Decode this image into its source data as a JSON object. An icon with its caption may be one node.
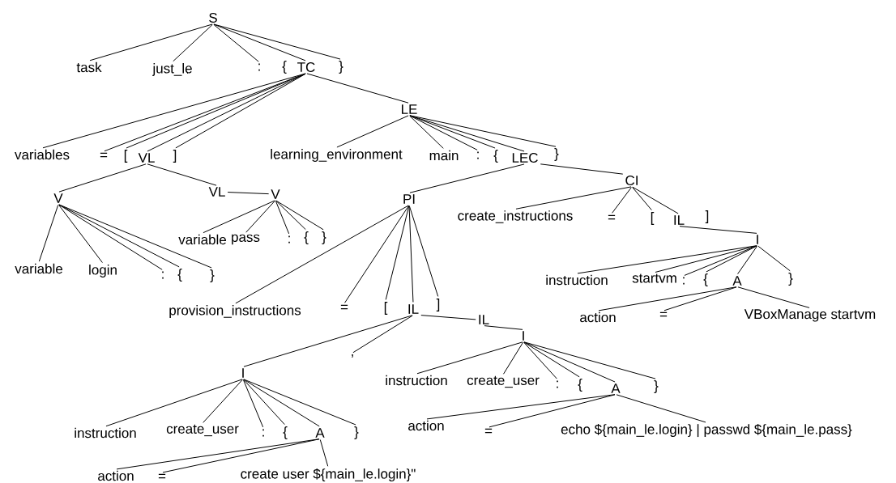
{
  "diagram": {
    "nodes": [
      {
        "text": [
          "S"
        ]
      },
      {
        "text": [
          "task"
        ]
      },
      {
        "text": [
          "just_le"
        ]
      },
      {
        "text": [
          ":"
        ]
      },
      {
        "text": [
          "{"
        ]
      },
      {
        "text": [
          "TC"
        ]
      },
      {
        "text": [
          "}"
        ]
      },
      {
        "text": [
          "LE"
        ]
      },
      {
        "text": [
          "variables"
        ]
      },
      {
        "text": [
          "="
        ]
      },
      {
        "text": [
          "["
        ]
      },
      {
        "text": [
          "VL"
        ]
      },
      {
        "text": [
          "]"
        ]
      },
      {
        "text": [
          "learning_environment"
        ]
      },
      {
        "text": [
          "main"
        ]
      },
      {
        "text": [
          ":"
        ]
      },
      {
        "text": [
          "{"
        ]
      },
      {
        "text": [
          "LEC"
        ]
      },
      {
        "text": [
          "}"
        ]
      },
      {
        "text": [
          "CI"
        ]
      },
      {
        "text": [
          "PI"
        ]
      },
      {
        "text": [
          "V"
        ]
      },
      {
        "text": [
          "VL"
        ]
      },
      {
        "text": [
          "V"
        ]
      },
      {
        "text": [
          "create_instructions"
        ]
      },
      {
        "text": [
          "="
        ]
      },
      {
        "text": [
          "["
        ]
      },
      {
        "text": [
          "IL"
        ]
      },
      {
        "text": [
          "]"
        ]
      },
      {
        "text": [
          "I"
        ]
      },
      {
        "text": [
          "variable"
        ]
      },
      {
        "text": [
          "pass"
        ]
      },
      {
        "text": [
          ":"
        ]
      },
      {
        "text": [
          "{"
        ]
      },
      {
        "text": [
          "}"
        ]
      },
      {
        "text": [
          "variable"
        ]
      },
      {
        "text": [
          "login"
        ]
      },
      {
        "text": [
          ":"
        ]
      },
      {
        "text": [
          "{"
        ]
      },
      {
        "text": [
          "}"
        ]
      },
      {
        "text": [
          "instruction"
        ]
      },
      {
        "text": [
          "startvm"
        ]
      },
      {
        "text": [
          ":"
        ]
      },
      {
        "text": [
          "{"
        ]
      },
      {
        "text": [
          "A"
        ]
      },
      {
        "text": [
          "}"
        ]
      },
      {
        "text": [
          "provision_instructions"
        ]
      },
      {
        "text": [
          "="
        ]
      },
      {
        "text": [
          "["
        ]
      },
      {
        "text": [
          "IL"
        ]
      },
      {
        "text": [
          "]"
        ]
      },
      {
        "text": [
          "action"
        ]
      },
      {
        "text": [
          "="
        ]
      },
      {
        "text": [
          "VBoxManage startvm"
        ]
      },
      {
        "text": [
          "IL"
        ]
      },
      {
        "text": [
          "I"
        ]
      },
      {
        "text": [
          ","
        ]
      },
      {
        "text": [
          "I"
        ]
      },
      {
        "text": [
          "instruction"
        ]
      },
      {
        "text": [
          "create_user"
        ]
      },
      {
        "text": [
          ":"
        ]
      },
      {
        "text": [
          "{"
        ]
      },
      {
        "text": [
          "A"
        ]
      },
      {
        "text": [
          "}"
        ]
      },
      {
        "text": [
          "action"
        ]
      },
      {
        "text": [
          "="
        ]
      },
      {
        "text": [
          "echo ${main_le.login} | passwd ${main_le.pass}"
        ]
      },
      {
        "text": [
          "instruction"
        ]
      },
      {
        "text": [
          "create_user"
        ]
      },
      {
        "text": [
          ":"
        ]
      },
      {
        "text": [
          "{"
        ]
      },
      {
        "text": [
          "A"
        ]
      },
      {
        "text": [
          "}"
        ]
      },
      {
        "text": [
          "action"
        ]
      },
      {
        "text": [
          "="
        ]
      },
      {
        "text": [
          "create user ${main_le.login}\""
        ]
      }
    ],
    "edges": [
      {
        "from": 0,
        "to": 1,
        "arrow": "none"
      },
      {
        "from": 0,
        "to": 2,
        "arrow": "none"
      },
      {
        "from": 0,
        "to": 3,
        "arrow": "none"
      },
      {
        "from": 0,
        "to": 5,
        "arrow": "none"
      },
      {
        "from": 0,
        "to": 6,
        "arrow": "none"
      },
      {
        "from": 5,
        "to": 8,
        "arrow": "none"
      },
      {
        "from": 5,
        "to": 9,
        "arrow": "none"
      },
      {
        "from": 5,
        "to": 10,
        "arrow": "none"
      },
      {
        "from": 5,
        "to": 11,
        "arrow": "none"
      },
      {
        "from": 5,
        "to": 12,
        "arrow": "none"
      },
      {
        "from": 5,
        "to": 7,
        "arrow": "none"
      },
      {
        "from": 7,
        "to": 13,
        "arrow": "none"
      },
      {
        "from": 7,
        "to": 14,
        "arrow": "none"
      },
      {
        "from": 7,
        "to": 15,
        "arrow": "none"
      },
      {
        "from": 7,
        "to": 16,
        "arrow": "none"
      },
      {
        "from": 7,
        "to": 17,
        "arrow": "none"
      },
      {
        "from": 7,
        "to": 18,
        "arrow": "none"
      },
      {
        "from": 17,
        "to": 20,
        "arrow": "none"
      },
      {
        "from": 17,
        "to": 19,
        "arrow": "none"
      },
      {
        "from": 11,
        "to": 21,
        "arrow": "none"
      },
      {
        "from": 11,
        "to": 22,
        "arrow": "none"
      },
      {
        "from": 22,
        "to": 23,
        "arrow": "none"
      },
      {
        "from": 23,
        "to": 30,
        "arrow": "none"
      },
      {
        "from": 23,
        "to": 31,
        "arrow": "none"
      },
      {
        "from": 23,
        "to": 32,
        "arrow": "none"
      },
      {
        "from": 23,
        "to": 33,
        "arrow": "none"
      },
      {
        "from": 23,
        "to": 34,
        "arrow": "none"
      },
      {
        "from": 21,
        "to": 35,
        "arrow": "none"
      },
      {
        "from": 21,
        "to": 36,
        "arrow": "none"
      },
      {
        "from": 21,
        "to": 37,
        "arrow": "none"
      },
      {
        "from": 21,
        "to": 38,
        "arrow": "none"
      },
      {
        "from": 21,
        "to": 39,
        "arrow": "none"
      },
      {
        "from": 20,
        "to": 46,
        "arrow": "none"
      },
      {
        "from": 20,
        "to": 47,
        "arrow": "none"
      },
      {
        "from": 20,
        "to": 48,
        "arrow": "none"
      },
      {
        "from": 20,
        "to": 49,
        "arrow": "none"
      },
      {
        "from": 20,
        "to": 50,
        "arrow": "none"
      },
      {
        "from": 19,
        "to": 24,
        "arrow": "none"
      },
      {
        "from": 19,
        "to": 25,
        "arrow": "none"
      },
      {
        "from": 19,
        "to": 26,
        "arrow": "none"
      },
      {
        "from": 19,
        "to": 27,
        "arrow": "none"
      },
      {
        "from": 27,
        "to": 29,
        "arrow": "none"
      },
      {
        "from": 29,
        "to": 40,
        "arrow": "none"
      },
      {
        "from": 29,
        "to": 41,
        "arrow": "none"
      },
      {
        "from": 29,
        "to": 42,
        "arrow": "none"
      },
      {
        "from": 29,
        "to": 43,
        "arrow": "none"
      },
      {
        "from": 29,
        "to": 44,
        "arrow": "none"
      },
      {
        "from": 29,
        "to": 45,
        "arrow": "none"
      },
      {
        "from": 44,
        "to": 51,
        "arrow": "none"
      },
      {
        "from": 44,
        "to": 52,
        "arrow": "none"
      },
      {
        "from": 44,
        "to": 53,
        "arrow": "none"
      },
      {
        "from": 49,
        "to": 57,
        "arrow": "none"
      },
      {
        "from": 49,
        "to": 56,
        "arrow": "none"
      },
      {
        "from": 49,
        "to": 54,
        "arrow": "none"
      },
      {
        "from": 54,
        "to": 55,
        "arrow": "none"
      },
      {
        "from": 55,
        "to": 58,
        "arrow": "none"
      },
      {
        "from": 55,
        "to": 59,
        "arrow": "none"
      },
      {
        "from": 55,
        "to": 60,
        "arrow": "none"
      },
      {
        "from": 55,
        "to": 61,
        "arrow": "none"
      },
      {
        "from": 55,
        "to": 62,
        "arrow": "none"
      },
      {
        "from": 55,
        "to": 63,
        "arrow": "none"
      },
      {
        "from": 62,
        "to": 64,
        "arrow": "none"
      },
      {
        "from": 62,
        "to": 65,
        "arrow": "none"
      },
      {
        "from": 62,
        "to": 66,
        "arrow": "none"
      },
      {
        "from": 57,
        "to": 67,
        "arrow": "none"
      },
      {
        "from": 57,
        "to": 68,
        "arrow": "none"
      },
      {
        "from": 57,
        "to": 69,
        "arrow": "none"
      },
      {
        "from": 57,
        "to": 70,
        "arrow": "none"
      },
      {
        "from": 57,
        "to": 71,
        "arrow": "none"
      },
      {
        "from": 57,
        "to": 72,
        "arrow": "none"
      },
      {
        "from": 71,
        "to": 73,
        "arrow": "none"
      },
      {
        "from": 71,
        "to": 74,
        "arrow": "none"
      },
      {
        "from": 71,
        "to": 75,
        "arrow": "none"
      }
    ]
  }
}
